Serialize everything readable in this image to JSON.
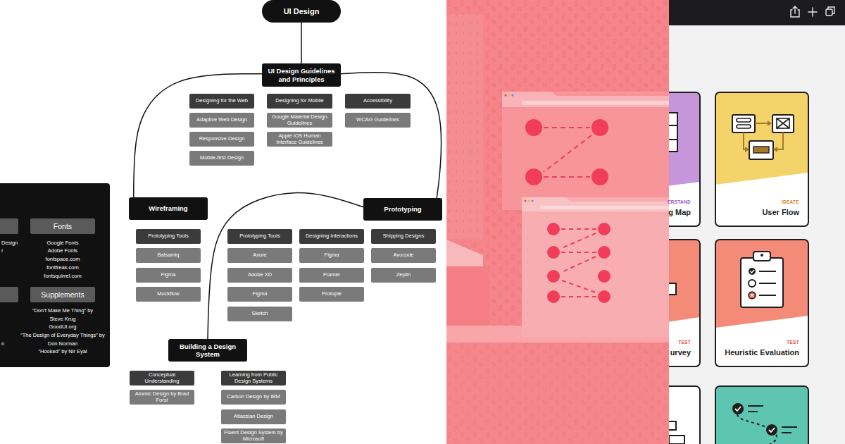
{
  "diagram": {
    "nodes": [
      {
        "text": [
          "UI Design"
        ]
      },
      {
        "text": [
          "UI Design Guidelines and Principles"
        ]
      },
      {
        "text": [
          "Designing for the Web"
        ]
      },
      {
        "text": [
          "Adaptive Web Design"
        ]
      },
      {
        "text": [
          "Responsive Design"
        ]
      },
      {
        "text": [
          "Mobile-first Design"
        ]
      },
      {
        "text": [
          "Designing for Mobile"
        ]
      },
      {
        "text": [
          "Google Material Design Guidelines"
        ]
      },
      {
        "text": [
          "Apple iOS Human Interface Guidelines"
        ]
      },
      {
        "text": [
          "Accessibility"
        ]
      },
      {
        "text": [
          "WCAG Guidelines"
        ]
      },
      {
        "text": [
          "Wireframing"
        ]
      },
      {
        "text": [
          "Prototyping Tools"
        ]
      },
      {
        "text": [
          "Balsamiq"
        ]
      },
      {
        "text": [
          "Figma"
        ]
      },
      {
        "text": [
          "Mockflow"
        ]
      },
      {
        "text": [
          "Prototyping"
        ]
      },
      {
        "text": [
          "Prototyping Tools"
        ]
      },
      {
        "text": [
          "Axure"
        ]
      },
      {
        "text": [
          "Adobe XD"
        ]
      },
      {
        "text": [
          "Figma"
        ]
      },
      {
        "text": [
          "Sketch"
        ]
      },
      {
        "text": [
          "Designing Interactions"
        ]
      },
      {
        "text": [
          "Figma"
        ]
      },
      {
        "text": [
          "Framer"
        ]
      },
      {
        "text": [
          "Protopie"
        ]
      },
      {
        "text": [
          "Shipping Designs"
        ]
      },
      {
        "text": [
          "Avocode"
        ]
      },
      {
        "text": [
          "Zeplin"
        ]
      },
      {
        "text": [
          "Building a Design System"
        ]
      },
      {
        "text": [
          "Conceptual Understanding"
        ]
      },
      {
        "text": [
          "Atomic Design by Brad Forst"
        ]
      },
      {
        "text": [
          "Learning from Public Design Systems"
        ]
      },
      {
        "text": [
          "Carbon Design by IBM"
        ]
      },
      {
        "text": [
          "Atlassian Design"
        ]
      },
      {
        "text": [
          "Fluent Design System by Microsoft"
        ]
      },
      {
        "text": [
          "Fonts"
        ]
      },
      {
        "text": [
          "Supplements"
        ]
      },
      {
        "text": [
          "ERSTAND",
          "g Map"
        ]
      },
      {
        "text": [
          "IDEATE",
          "User Flow"
        ]
      },
      {
        "text": [
          "TEST",
          "urvey"
        ]
      },
      {
        "text": [
          "TEST",
          "Heuristic Evaluation"
        ]
      }
    ],
    "edges": [
      {
        "from": 0,
        "to": 1,
        "arrow": "none"
      },
      {
        "from": 1,
        "to": 11,
        "arrow": "none"
      },
      {
        "from": 1,
        "to": 16,
        "arrow": "none"
      },
      {
        "from": 16,
        "to": 29,
        "arrow": "none"
      }
    ],
    "labels": [
      "Google Fonts",
      "Adobe Fonts",
      "fontspace.com",
      "fontfreak.com",
      "fontsquirrel.com",
      "“Don’t Make Me Thing” by Steve Krug",
      "GoodUI.org",
      "“The Design of Everyday Things” by Don Norman",
      "“Hooked” by Nir Eyal",
      "Design",
      "r",
      "n"
    ]
  }
}
